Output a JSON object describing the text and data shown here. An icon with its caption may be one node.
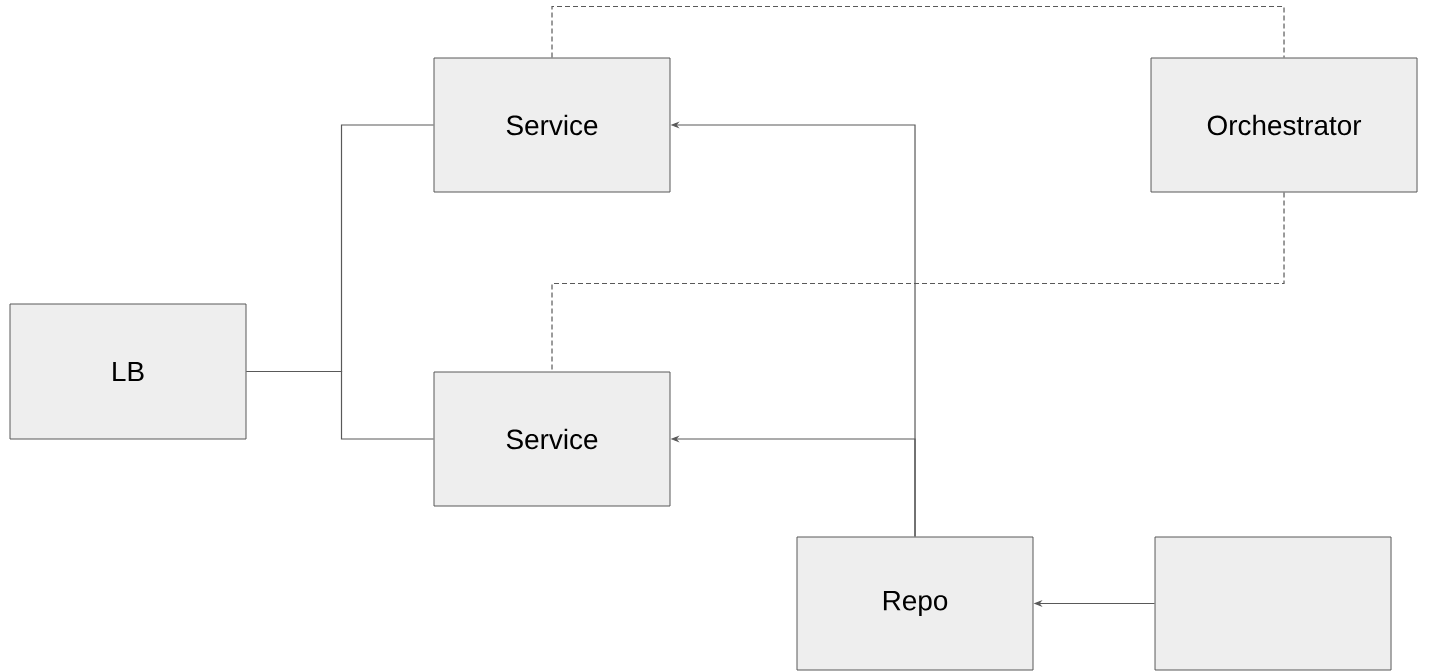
{
  "diagram": {
    "nodes": [
      {
        "text": [
          "LB"
        ]
      },
      {
        "text": [
          "Service"
        ]
      },
      {
        "text": [
          "Orchestrator"
        ]
      },
      {
        "text": [
          "Service"
        ]
      },
      {
        "text": [
          "Repo"
        ]
      },
      {
        "text": [],
        "shape": "box"
      }
    ],
    "edges": [
      {
        "from": 0,
        "to": 1,
        "arrow": "none"
      },
      {
        "from": 0,
        "to": 3,
        "arrow": "none"
      },
      {
        "from": 1,
        "to": 2,
        "arrow": "none",
        "style": "dashed"
      },
      {
        "from": 2,
        "to": 3,
        "arrow": "none",
        "style": "dashed"
      },
      {
        "from": 4,
        "to": 1,
        "arrow": "to"
      },
      {
        "from": 4,
        "to": 3,
        "arrow": "to"
      },
      {
        "from": 5,
        "to": 4,
        "arrow": "to"
      }
    ]
  }
}
